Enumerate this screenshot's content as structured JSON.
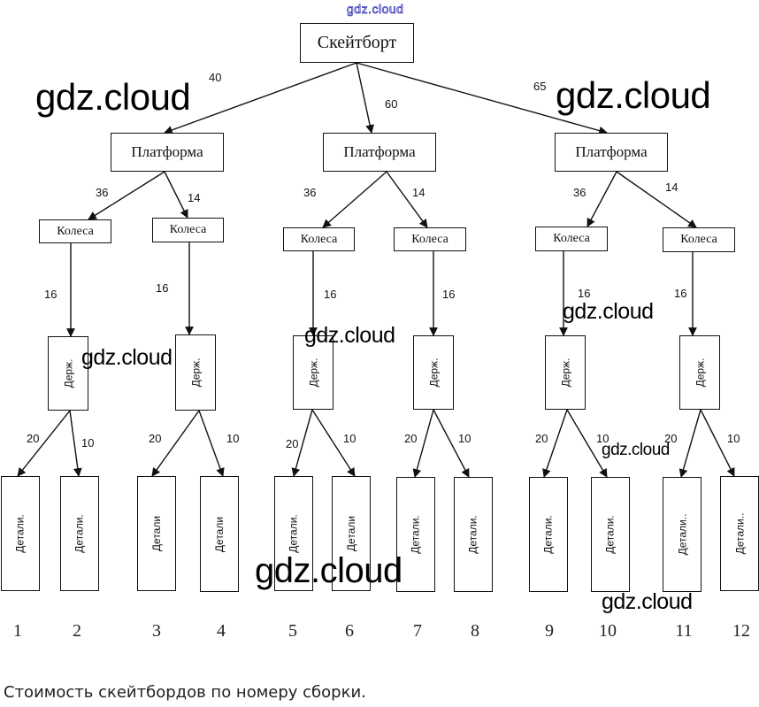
{
  "diagram": {
    "root": {
      "label": "Скейтборт"
    },
    "root_edges": [
      "40",
      "60",
      "65"
    ],
    "platforms": [
      {
        "label": "Платформа",
        "edges": [
          "36",
          "14"
        ]
      },
      {
        "label": "Платформа",
        "edges": [
          "36",
          "14"
        ]
      },
      {
        "label": "Платформа",
        "edges": [
          "36",
          "14"
        ]
      }
    ],
    "wheels": [
      {
        "label": "Колеса",
        "edge": "16"
      },
      {
        "label": "Колеса",
        "edge": "16"
      },
      {
        "label": "Колеса",
        "edge": "16"
      },
      {
        "label": "Колеса",
        "edge": "16"
      },
      {
        "label": "Колеса",
        "edge": "16"
      },
      {
        "label": "Колеса",
        "edge": "16"
      }
    ],
    "holders": [
      {
        "label": "Держ.",
        "edges": [
          "20",
          "10"
        ]
      },
      {
        "label": "Держ.",
        "edges": [
          "20",
          "10"
        ]
      },
      {
        "label": "Держ.",
        "edges": [
          "20",
          "10"
        ]
      },
      {
        "label": "Держ.",
        "edges": [
          "20",
          "10"
        ]
      },
      {
        "label": "Держ.",
        "edges": [
          "20",
          "10"
        ]
      },
      {
        "label": "Держ.",
        "edges": [
          "20",
          "10"
        ]
      }
    ],
    "details": [
      {
        "label": "Детали.",
        "number": "1"
      },
      {
        "label": "Детали.",
        "number": "2"
      },
      {
        "label": "Детали",
        "number": "3"
      },
      {
        "label": "Детали",
        "number": "4"
      },
      {
        "label": "Детали.",
        "number": "5"
      },
      {
        "label": "Детали",
        "number": "6"
      },
      {
        "label": "Детали.",
        "number": "7"
      },
      {
        "label": "Детали.",
        "number": "8"
      },
      {
        "label": "Детали.",
        "number": "9"
      },
      {
        "label": "Детали.",
        "number": "10"
      },
      {
        "label": "Детали..",
        "number": "11"
      },
      {
        "label": "Детали..",
        "number": "12"
      }
    ],
    "caption": "Стоимость скейтбордов по номеру сборки."
  },
  "watermarks": {
    "top": "gdz.cloud",
    "text": "gdz.cloud"
  }
}
